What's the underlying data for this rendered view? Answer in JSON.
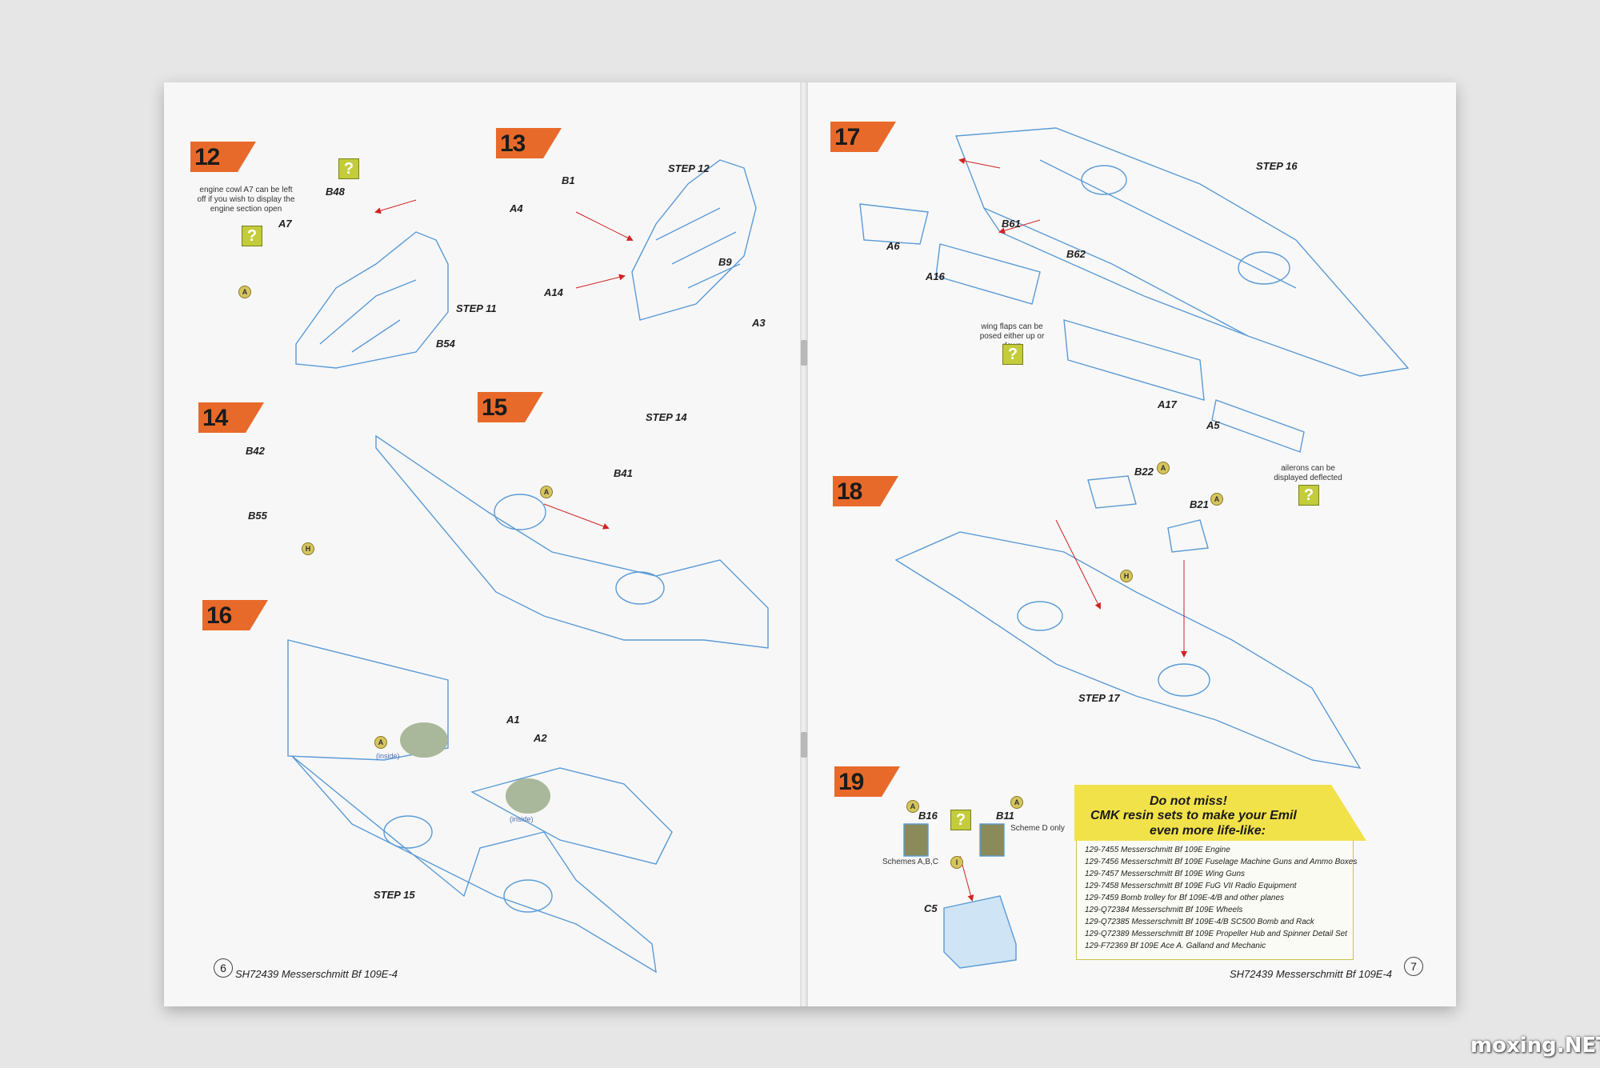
{
  "left_page": {
    "step12": {
      "number": "12",
      "note": "engine cowl A7 can be left off if you wish to display the engine section open",
      "labels": [
        "B48",
        "A7",
        "STEP 11",
        "B54"
      ],
      "paint": "A"
    },
    "step13": {
      "number": "13",
      "labels": [
        "B1",
        "STEP 12",
        "A4",
        "B9",
        "A14",
        "A3"
      ]
    },
    "step14": {
      "number": "14",
      "labels": [
        "B42",
        "B55"
      ],
      "paint": "H"
    },
    "step15": {
      "number": "15",
      "labels": [
        "STEP 14",
        "B41"
      ],
      "paint": "A"
    },
    "step16": {
      "number": "16",
      "labels": [
        "A1",
        "A2",
        "STEP 15"
      ],
      "inside": "(inside)",
      "paint": "A"
    },
    "footer": "SH72439 Messerschmitt Bf 109E-4",
    "page_number": "6"
  },
  "right_page": {
    "step17": {
      "number": "17",
      "labels": [
        "STEP 16",
        "A6",
        "B61",
        "A16",
        "B62",
        "A17",
        "A5"
      ],
      "flaps_note": "wing flaps can be posed either up or down",
      "ailerons_note": "ailerons can be displayed deflected"
    },
    "step18": {
      "number": "18",
      "labels": [
        "B22",
        "B21",
        "STEP 17"
      ],
      "paint_a": "A",
      "paint_h": "H"
    },
    "step19": {
      "number": "19",
      "labels": [
        "B16",
        "B11",
        "C5"
      ],
      "scheme_abc": "Schemes A,B,C",
      "scheme_d": "Scheme D only",
      "paint_a": "A",
      "paint_i": "I"
    },
    "promo": {
      "line1": "Do not miss!",
      "line2": "CMK resin sets to make your Emil",
      "line3": "even more life-like:",
      "items": [
        "129-7455  Messerschmitt Bf 109E Engine",
        "129-7456  Messerschmitt Bf 109E Fuselage Machine Guns and Ammo Boxes",
        "129-7457  Messerschmitt Bf 109E Wing Guns",
        "129-7458  Messerschmitt Bf 109E FuG VII Radio Equipment",
        "129-7459  Bomb trolley for Bf 109E-4/B and other planes",
        "129-Q72384  Messerschmitt Bf 109E Wheels",
        "129-Q72385  Messerschmitt Bf 109E-4/B SC500 Bomb and Rack",
        "129-Q72389  Messerschmitt Bf 109E Propeller Hub and Spinner Detail Set",
        "129-F72369  Bf 109E Ace A. Galland and Mechanic"
      ]
    },
    "footer": "SH72439 Messerschmitt Bf 109E-4",
    "page_number": "7"
  },
  "question_mark": "?",
  "watermark": "moxing.NET",
  "colors": {
    "badge": "#e86a2a",
    "outline": "#5b9bd5",
    "arrow": "#d22222",
    "promo": "#f2e24a",
    "qbox": "#c3cc3a"
  }
}
